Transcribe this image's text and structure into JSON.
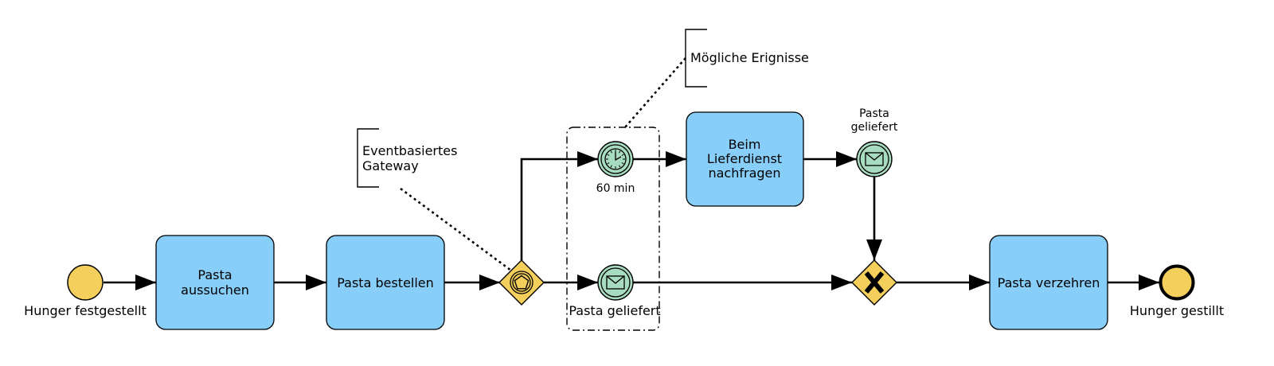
{
  "events": {
    "start": "Hunger festgestellt",
    "end": "Hunger gestillt",
    "timer": "60 min",
    "message_lower": "Pasta geliefert",
    "message_upper_line1": "Pasta",
    "message_upper_line2": "geliefert"
  },
  "tasks": {
    "choose_line1": "Pasta",
    "choose_line2": "aussuchen",
    "order": "Pasta bestellen",
    "ask_line1": "Beim",
    "ask_line2": "Lieferdienst",
    "ask_line3": "nachfragen",
    "eat": "Pasta verzehren"
  },
  "annotations": {
    "gateway_line1": "Eventbasiertes",
    "gateway_line2": "Gateway",
    "events_group": "Mögliche Erignisse"
  },
  "colors": {
    "task_fill": "#87cefa",
    "event_fill": "#f5cf5b",
    "intermediate_fill": "#a8dcc0",
    "gateway_fill": "#f5cf5b"
  }
}
